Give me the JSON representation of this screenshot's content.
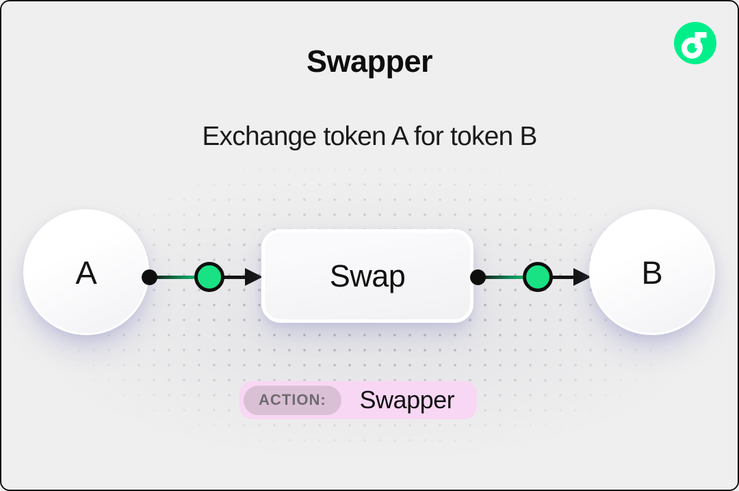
{
  "header": {
    "title": "Swapper",
    "subtitle": "Exchange token A for token B"
  },
  "logo": {
    "name": "Flow",
    "color": "#00ef8b"
  },
  "diagram": {
    "source_node": {
      "label": "A"
    },
    "process_node": {
      "label": "Swap"
    },
    "target_node": {
      "label": "B"
    },
    "flow_direction": "left-to-right"
  },
  "action_badge": {
    "label": "ACTION:",
    "value": "Swapper"
  },
  "colors": {
    "background": "#efefef",
    "accent_green": "#18e283",
    "ink": "#121212",
    "badge_background": "#f8d7f4",
    "badge_chip_background": "#d9c0d5",
    "badge_chip_text": "#6f6a71",
    "node_shadow": "rgba(118,118,190,0.26)"
  }
}
